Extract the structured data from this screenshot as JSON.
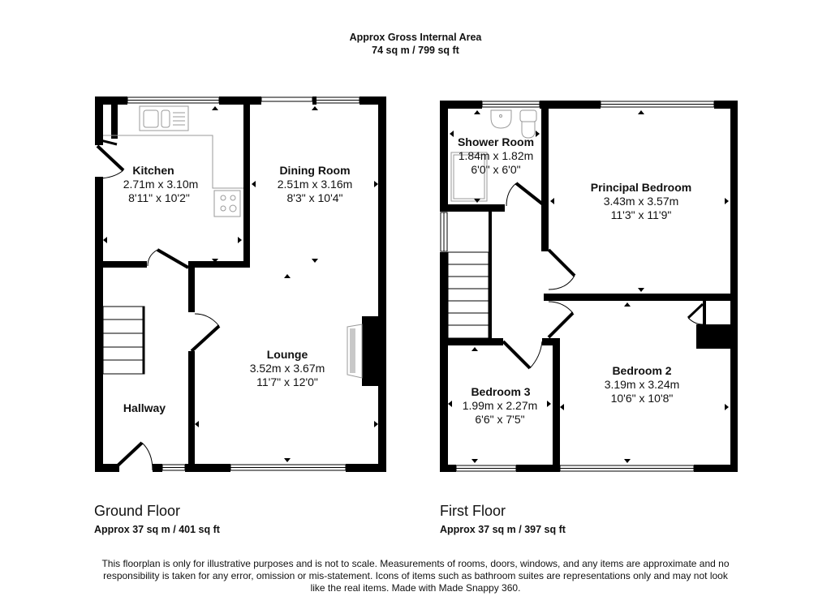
{
  "header": {
    "title": "Approx Gross Internal Area",
    "total_area": "74 sq m / 799 sq ft"
  },
  "floors": [
    {
      "name": "Ground Floor",
      "area": "Approx 37 sq m / 401 sq ft",
      "rooms": [
        {
          "name": "Kitchen",
          "metric": "2.71m x 3.10m",
          "imperial": "8'11\" x 10'2\""
        },
        {
          "name": "Dining Room",
          "metric": "2.51m x 3.16m",
          "imperial": "8'3\" x 10'4\""
        },
        {
          "name": "Lounge",
          "metric": "3.52m x 3.67m",
          "imperial": "11'7\" x 12'0\""
        },
        {
          "name": "Hallway",
          "metric": "",
          "imperial": ""
        }
      ]
    },
    {
      "name": "First Floor",
      "area": "Approx 37 sq m / 397 sq ft",
      "rooms": [
        {
          "name": "Shower Room",
          "metric": "1.84m x 1.82m",
          "imperial": "6'0\" x 6'0\""
        },
        {
          "name": "Principal Bedroom",
          "metric": "3.43m x 3.57m",
          "imperial": "11'3\" x 11'9\""
        },
        {
          "name": "Bedroom 3",
          "metric": "1.99m x 2.27m",
          "imperial": "6'6\" x 7'5\""
        },
        {
          "name": "Bedroom 2",
          "metric": "3.19m x 3.24m",
          "imperial": "10'6\" x 10'8\""
        }
      ]
    }
  ],
  "disclaimer": "This floorplan is only for illustrative purposes and is not to scale. Measurements of rooms, doors, windows, and any items are approximate and no responsibility is taken for any error, omission or mis-statement. Icons of items such as bathroom suites are representations only and may not look like the real items. Made with Made Snappy 360.",
  "colors": {
    "wall": "#000000",
    "fixture_outline": "#9a9a9a",
    "fixture_fill": "#c8c8c8",
    "background": "#ffffff"
  }
}
